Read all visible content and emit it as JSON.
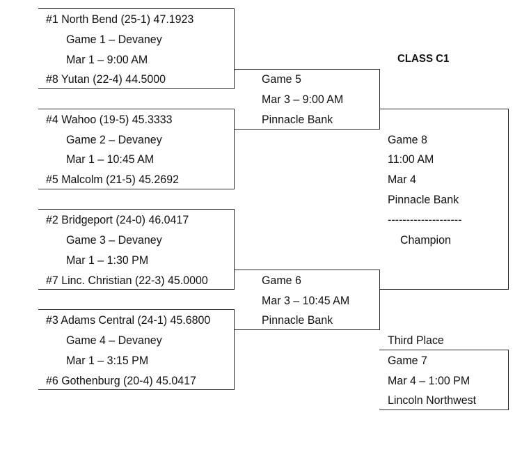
{
  "title": "CLASS C1",
  "first_round": [
    {
      "top_team": "#1 North Bend (25-1) 47.1923",
      "game": "Game 1 – Devaney",
      "time": "Mar 1 – 9:00 AM",
      "bottom_team": "#8 Yutan (22-4) 44.5000"
    },
    {
      "top_team": "#4 Wahoo (19-5) 45.3333",
      "game": "Game 2 – Devaney",
      "time": "Mar 1 – 10:45 AM",
      "bottom_team": "#5 Malcolm (21-5) 45.2692"
    },
    {
      "top_team": "#2 Bridgeport (24-0) 46.0417",
      "game": "Game 3 – Devaney",
      "time": "Mar 1 – 1:30 PM",
      "bottom_team": "#7 Linc. Christian (22-3) 45.0000"
    },
    {
      "top_team": "#3 Adams Central (24-1) 45.6800",
      "game": "Game 4 – Devaney",
      "time": "Mar 1 – 3:15 PM",
      "bottom_team": "#6 Gothenburg (20-4) 45.0417"
    }
  ],
  "semifinals": [
    {
      "game": "Game 5",
      "time": "Mar 3 – 9:00 AM",
      "venue": "Pinnacle Bank"
    },
    {
      "game": "Game 6",
      "time": "Mar 3 – 10:45 AM",
      "venue": "Pinnacle Bank"
    }
  ],
  "final": {
    "game": "Game 8",
    "time": "11:00 AM",
    "date": "Mar 4",
    "venue": "Pinnacle Bank",
    "divider": "--------------------",
    "label": "Champion"
  },
  "third_place": {
    "label": "Third Place",
    "game": "Game 7",
    "time": "Mar 4 – 1:00 PM",
    "venue": "Lincoln Northwest"
  }
}
